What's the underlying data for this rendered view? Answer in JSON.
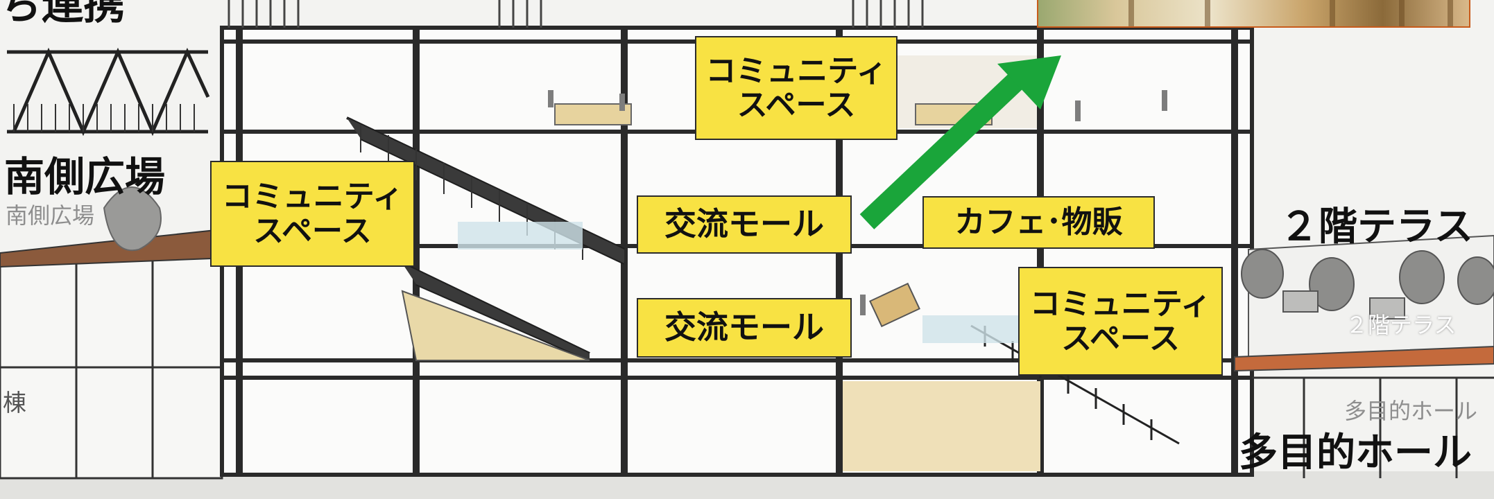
{
  "labels": {
    "top_left_partial": "ち連携",
    "south_plaza": "南側広場",
    "south_plaza_small": "南側広場",
    "building_small": "棟",
    "second_floor_terrace": "２階テラス",
    "second_floor_terrace_small": "２階テラス",
    "multipurpose_hall": "多目的ホール",
    "multipurpose_hall_small": "多目的ホール"
  },
  "boxes": {
    "community_left": {
      "line1": "コミュニティ",
      "line2": "スペース"
    },
    "community_top": {
      "line1": "コミュニティ",
      "line2": "スペース"
    },
    "community_right": {
      "line1": "コミュニティ",
      "line2": "スペース"
    },
    "exchange_mall_upper": "交流モール",
    "exchange_mall_lower": "交流モール",
    "cafe_retail": "カフェ･物販"
  },
  "colors": {
    "label_fill": "#f8e243",
    "arrow": "#1aa53a",
    "photo_border": "#c85a1a"
  }
}
